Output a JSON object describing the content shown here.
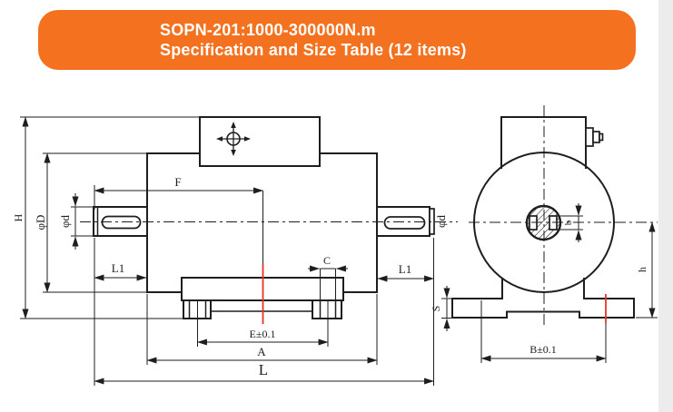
{
  "banner": {
    "line1": "SOPN-201:1000-300000N.m",
    "line2": "Specification and Size Table (12 items)",
    "background": "#f4711f",
    "text_color": "#ffffff"
  },
  "page": {
    "background": "#ffffff",
    "edge_strip_color": "#ececec"
  },
  "drawing": {
    "ink_color": "#1e1e1e",
    "highlight_color": "#e5352b",
    "side_view": {
      "H": "H",
      "phi_D": "φD",
      "phi_d_left": "φd",
      "phi_d_right": "φd",
      "L1_left": "L1",
      "L1_right": "L1",
      "F": "F",
      "C": "C",
      "E": "E±0.1",
      "A": "A",
      "L": "L"
    },
    "front_view": {
      "b": "b",
      "S": "S",
      "B": "B±0.1",
      "h": "h"
    }
  }
}
